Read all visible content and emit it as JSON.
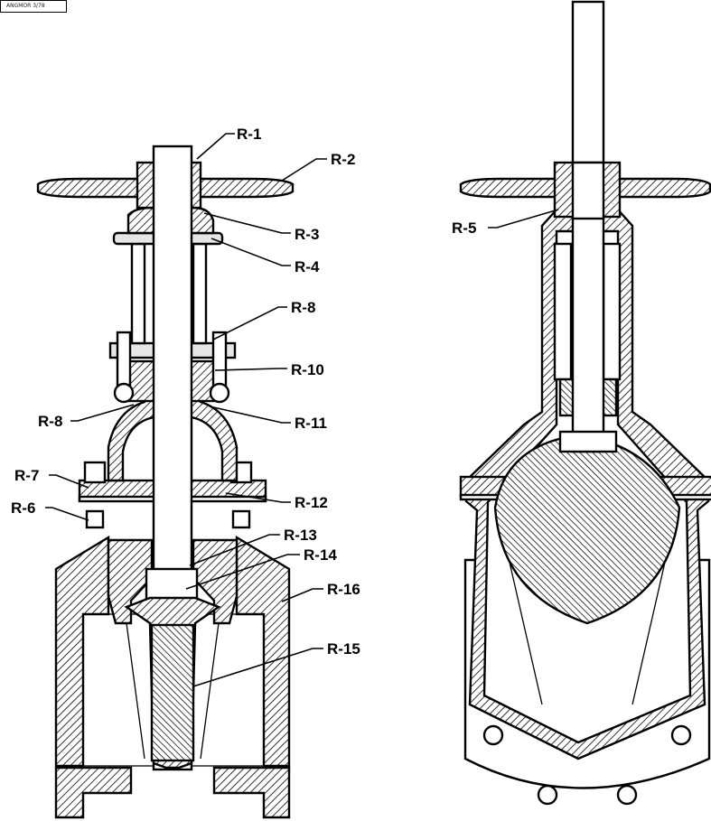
{
  "corner_tag": "ANGMOR 3/78",
  "labels": {
    "r1": "R-1",
    "r2": "R-2",
    "r3": "R-3",
    "r4": "R-4",
    "r5": "R-5",
    "r6": "R-6",
    "r7": "R-7",
    "r8_upper": "R-8",
    "r8_lower": "R-8",
    "r10": "R-10",
    "r11": "R-11",
    "r12": "R-12",
    "r13": "R-13",
    "r14": "R-14",
    "r15": "R-15",
    "r16": "R-16"
  }
}
